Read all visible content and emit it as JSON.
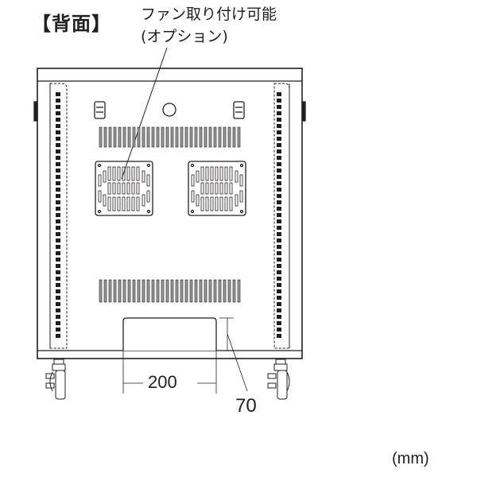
{
  "diagram": {
    "title": "【背面】",
    "callout": {
      "line1": "ファン取り付け可能",
      "line2": "(オプション)"
    },
    "dimensions": {
      "width_opening": "200",
      "height_opening": "70"
    },
    "unit": "(mm)",
    "colors": {
      "line": "#231f20",
      "vent_fill": "#9a9a9a",
      "background": "#ffffff"
    }
  }
}
